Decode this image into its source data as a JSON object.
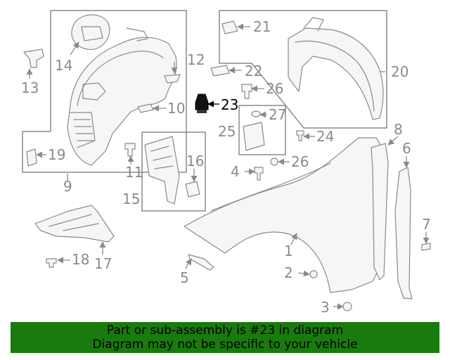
{
  "callouts": {
    "c1": "1",
    "c2": "2",
    "c3": "3",
    "c4": "4",
    "c5": "5",
    "c6": "6",
    "c7": "7",
    "c8": "8",
    "c9": "9",
    "c10": "10",
    "c11": "11",
    "c12": "12",
    "c13": "13",
    "c14": "14",
    "c15": "15",
    "c16": "16",
    "c17": "17",
    "c18": "18",
    "c19": "19",
    "c20": "20",
    "c21": "21",
    "c22": "22",
    "c23": "23",
    "c24": "24",
    "c25": "25",
    "c26a": "26",
    "c26b": "26",
    "c27": "27"
  },
  "highlighted_part": "23",
  "colors": {
    "banner_bg": "#197a0e",
    "line_gray": "#8a8a8a",
    "highlight": "#000000"
  },
  "banner": {
    "line1": "Part or sub-assembly is #23 in diagram",
    "line2": "Diagram may not be specific to your vehicle"
  }
}
